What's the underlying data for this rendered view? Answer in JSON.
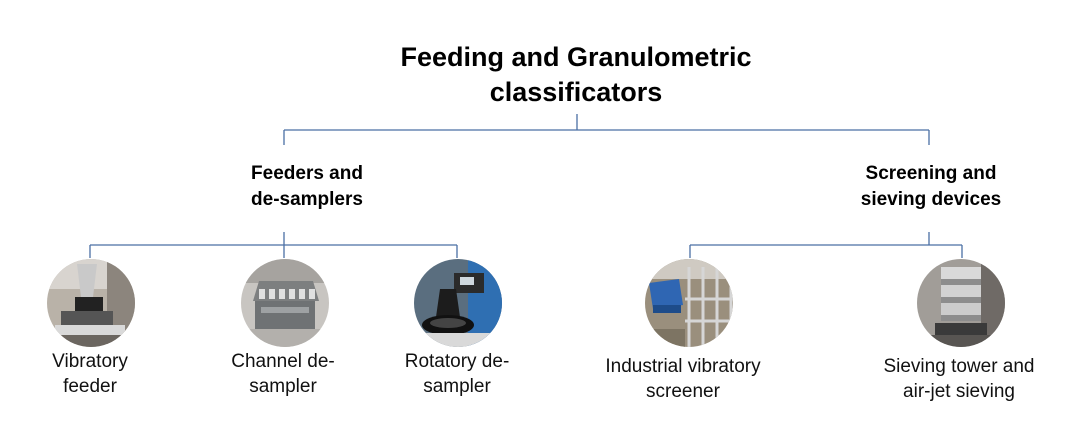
{
  "diagram": {
    "title_line1": "Feeding and Granulometric",
    "title_line2": "classificators",
    "groups": [
      {
        "label_line1": "Feeders and",
        "label_line2": "de-samplers",
        "items": [
          {
            "label_line1": "Vibratory",
            "label_line2": "feeder",
            "photo": "vibratory-feeder-photo"
          },
          {
            "label_line1": "Channel de-",
            "label_line2": "sampler",
            "photo": "channel-desampler-photo"
          },
          {
            "label_line1": "Rotatory de-",
            "label_line2": "sampler",
            "photo": "rotatory-desampler-photo"
          }
        ]
      },
      {
        "label_line1": "Screening and",
        "label_line2": "sieving devices",
        "items": [
          {
            "label_line1": "Industrial vibratory",
            "label_line2": "screener",
            "photo": "industrial-screener-photo"
          },
          {
            "label_line1": "Sieving tower and",
            "label_line2": "air-jet sieving",
            "photo": "sieving-tower-photo"
          }
        ]
      }
    ],
    "connector_color": "#4a6fa5"
  }
}
